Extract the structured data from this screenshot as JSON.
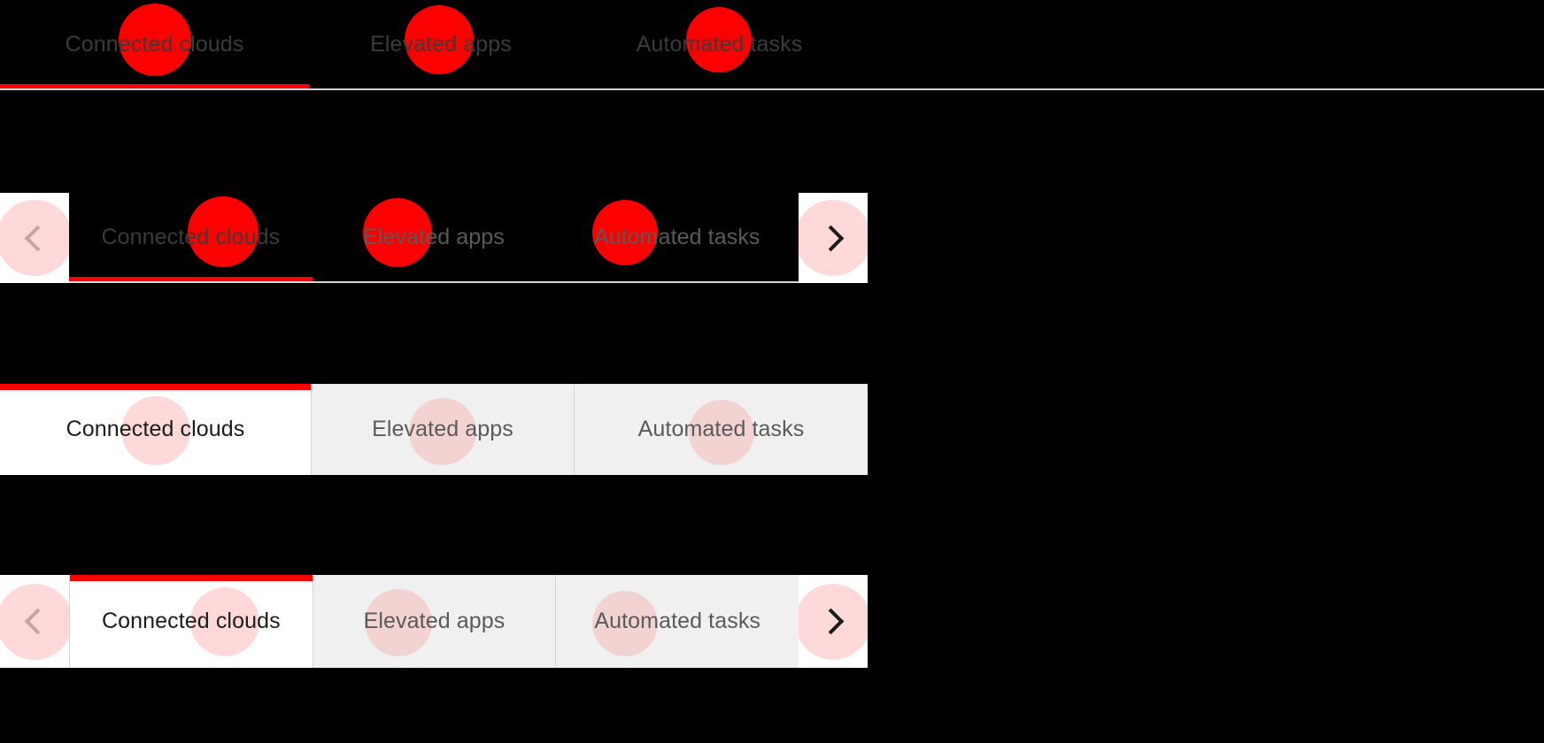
{
  "component": {
    "name": "Tab bar",
    "tabs": [
      {
        "label": "Connected clouds",
        "state": "active"
      },
      {
        "label": "Elevated apps",
        "state": "inactive"
      },
      {
        "label": "Automated tasks",
        "state": "inactive"
      }
    ]
  },
  "variants": [
    {
      "id": "dark-plain",
      "style": "underline",
      "background": "transparent",
      "has_scroll_arrows": false,
      "indicator_position": "bottom",
      "tabs": [
        {
          "label": "Connected clouds",
          "state": "active"
        },
        {
          "label": "Elevated apps",
          "state": "inactive"
        },
        {
          "label": "Automated tasks",
          "state": "inactive"
        }
      ]
    },
    {
      "id": "dark-scroll",
      "style": "underline",
      "background": "transparent",
      "has_scroll_arrows": true,
      "indicator_position": "bottom",
      "prev_label": "Scroll tabs left",
      "next_label": "Scroll tabs right",
      "tabs": [
        {
          "label": "Connected clouds",
          "state": "active"
        },
        {
          "label": "Elevated apps",
          "state": "inactive"
        },
        {
          "label": "Automated tasks",
          "state": "inactive"
        }
      ]
    },
    {
      "id": "light-plain",
      "style": "segmented",
      "background": "#f0f0f0",
      "has_scroll_arrows": false,
      "indicator_position": "top",
      "tabs": [
        {
          "label": "Connected clouds",
          "state": "active"
        },
        {
          "label": "Elevated apps",
          "state": "inactive"
        },
        {
          "label": "Automated tasks",
          "state": "inactive"
        }
      ]
    },
    {
      "id": "light-scroll",
      "style": "segmented",
      "background": "#f0f0f0",
      "has_scroll_arrows": true,
      "indicator_position": "top",
      "prev_label": "Scroll tabs left",
      "next_label": "Scroll tabs right",
      "tabs": [
        {
          "label": "Connected clouds",
          "state": "active"
        },
        {
          "label": "Elevated apps",
          "state": "inactive"
        },
        {
          "label": "Automated tasks",
          "state": "inactive"
        }
      ]
    }
  ],
  "colors": {
    "page_background": "#000000",
    "accent_red": "#ff0000",
    "ripple_solid": "#ff0000",
    "ripple_soft": "#ffd9d9",
    "ripple_soft_dim": "#f3d2d2",
    "active_tab_background": "#ffffff",
    "inactive_tab_background": "#f0f0f0",
    "active_text": "#1c1c1c",
    "inactive_text": "#5a5a5a",
    "divider": "#d4d4d4",
    "underline_rule": "#d6d6d6"
  }
}
